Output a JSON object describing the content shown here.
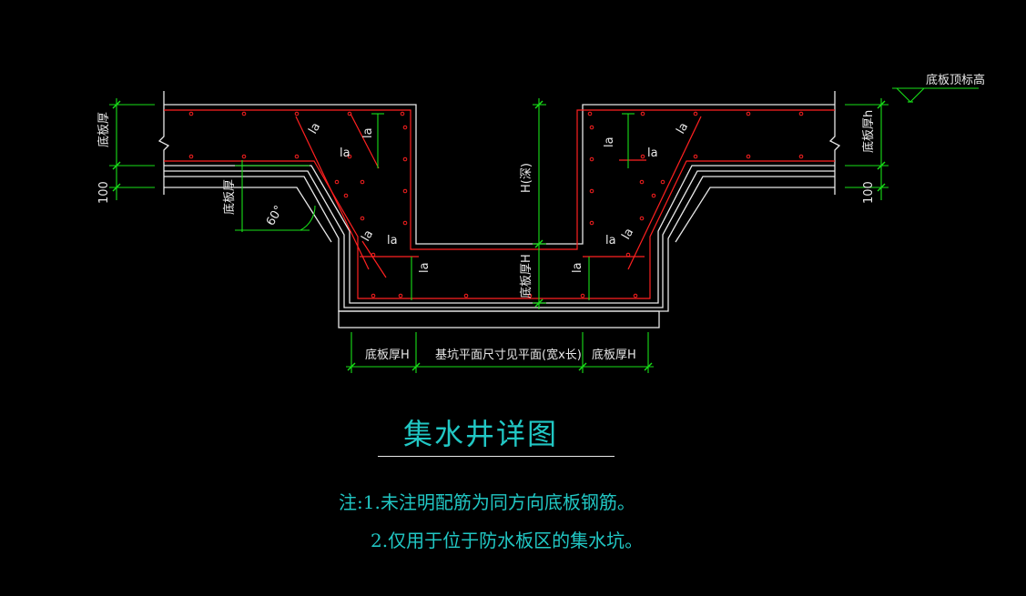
{
  "labels": {
    "slab_thickness": "底板厚",
    "slab_thickness_h": "底板厚h",
    "slab_thickness_H": "底板厚H",
    "dim_100": "100",
    "depth": "H(深)",
    "top_elevation": "底板顶标高",
    "angle": "60°",
    "anchor": "la",
    "pit_plan_size": "基坑平面尺寸见平面(宽x长)"
  },
  "title": "集水井详图",
  "notes": [
    "注:1.未注明配筋为同方向底板钢筋。",
    "2.仅用于位于防水板区的集水坑。"
  ],
  "colors": {
    "background": "#000000",
    "outline": "#e8e8e8",
    "rebar": "#ff2020",
    "dimension": "#18e018",
    "text": "#e8e8e8",
    "title": "#21c7c4"
  }
}
